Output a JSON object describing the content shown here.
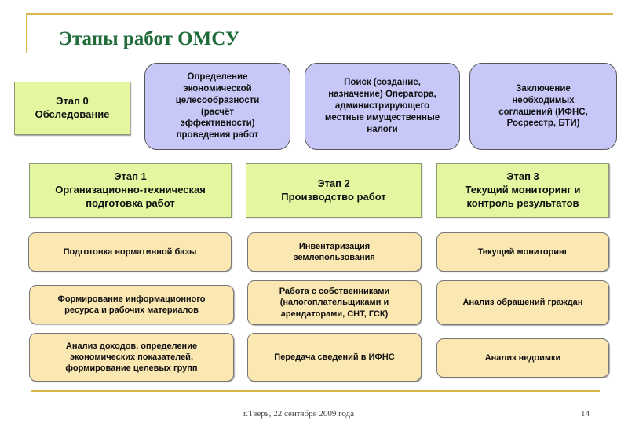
{
  "title": "Этапы работ ОМСУ",
  "stage0": "Этап 0\nОбследование",
  "top_boxes": [
    "Определение\nэкономической\nцелесообразности\n(расчёт\nэффективности)\nпроведения работ",
    "Поиск (создание,\nназначение) Оператора,\nадминистрирующего\nместные имущественные\nналоги",
    "Заключение\nнеобходимых\nсоглашений (ИФНС,\nРосреестр, БТИ)"
  ],
  "stages": [
    "Этап 1\nОрганизационно-техническая\nподготовка работ",
    "Этап 2\nПроизводство работ",
    "Этап 3\nТекущий мониторинг и\nконтроль результатов"
  ],
  "tasks": [
    [
      "Подготовка нормативной базы",
      "Формирование информационного\nресурса и рабочих материалов",
      "Анализ доходов, определение\nэкономических показателей,\nформирование целевых групп"
    ],
    [
      "Инвентаризация\nземлепользования",
      "Работа с собственниками\n(налогоплательщиками и\nарендаторами, СНТ, ГСК)",
      "Передача сведений в ИФНС"
    ],
    [
      "Текущий мониторинг",
      "Анализ обращений граждан",
      "Анализ недоимки"
    ]
  ],
  "footer": {
    "text": "г.Тверь, 22 сентября 2009 года",
    "page": "14"
  }
}
